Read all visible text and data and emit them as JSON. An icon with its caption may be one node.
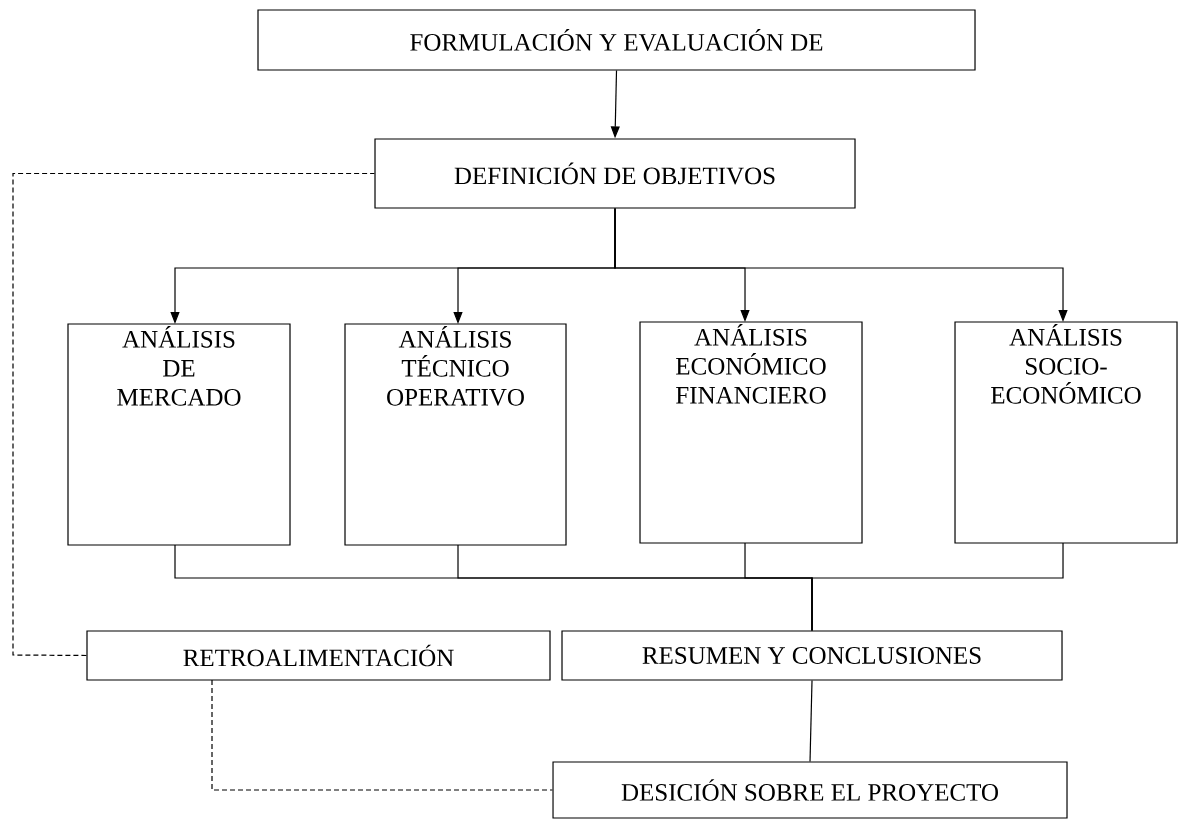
{
  "diagram": {
    "nodes": [
      {
        "text": [
          "FORMULACIÓN Y EVALUACIÓN DE"
        ]
      },
      {
        "text": [
          "DEFINICIÓN DE OBJETIVOS"
        ]
      },
      {
        "text": [
          "ANÁLISIS DE MERCADO"
        ]
      },
      {
        "text": [
          "ANÁLISIS TÉCNICO OPERATIVO"
        ]
      },
      {
        "text": [
          "ANÁLISIS ECONÓMICO FINANCIERO"
        ]
      },
      {
        "text": [
          "ANÁLISIS SOCIO- ECONÓMICO"
        ]
      },
      {
        "text": [
          "RETROALIMENTACIÓN"
        ]
      },
      {
        "text": [
          "RESUMEN Y CONCLUSIONES"
        ]
      },
      {
        "text": [
          "DESICIÓN SOBRE EL PROYECTO"
        ]
      }
    ],
    "edges": [
      {
        "from": 0,
        "to": 1,
        "arrow": "to"
      },
      {
        "from": 1,
        "to": 2,
        "arrow": "to"
      },
      {
        "from": 1,
        "to": 3,
        "arrow": "to"
      },
      {
        "from": 1,
        "to": 4,
        "arrow": "to"
      },
      {
        "from": 1,
        "to": 5,
        "arrow": "to"
      },
      {
        "from": 2,
        "to": 7,
        "arrow": "none"
      },
      {
        "from": 3,
        "to": 7,
        "arrow": "none"
      },
      {
        "from": 4,
        "to": 7,
        "arrow": "none"
      },
      {
        "from": 5,
        "to": 7,
        "arrow": "none"
      },
      {
        "from": 7,
        "to": 8,
        "arrow": "none"
      },
      {
        "from": 6,
        "to": 1,
        "arrow": "none",
        "style": "dashed"
      },
      {
        "from": 6,
        "to": 8,
        "arrow": "none",
        "style": "dashed"
      }
    ]
  }
}
